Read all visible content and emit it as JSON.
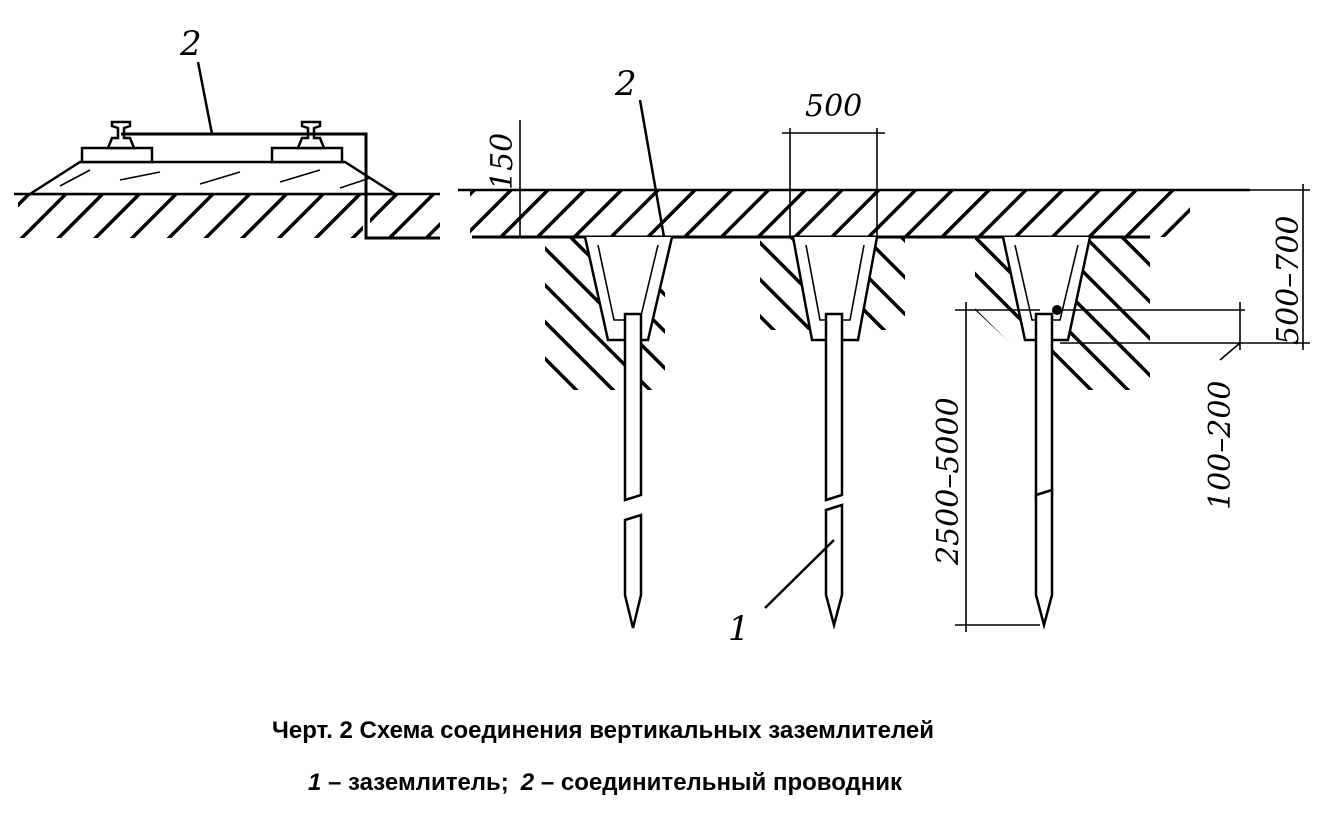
{
  "labels": {
    "conductor_left": "2",
    "conductor_right": "2",
    "electrode": "1"
  },
  "dimensions": {
    "d150": "150",
    "d500": "500",
    "d500_700": "500–700",
    "d100_200": "100–200",
    "d2500_5000": "2500–5000"
  },
  "caption": {
    "title": "Черт. 2  Схема соединения вертикальных заземлителей",
    "legend_num1": "1",
    "legend_text1": " – заземлитель;",
    "legend_num2": "2",
    "legend_text2": " – соединительный проводник"
  }
}
